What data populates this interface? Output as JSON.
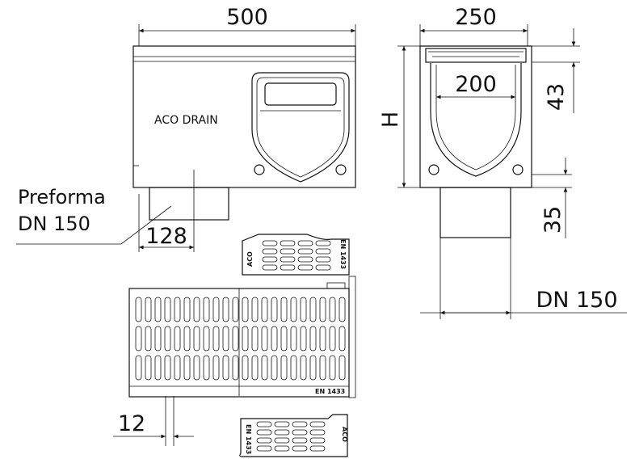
{
  "dimensions": {
    "length": "500",
    "width": "250",
    "inner_width": "200",
    "height": "H",
    "grate_depth": "43",
    "outlet_depth": "35",
    "outlet_offset": "128",
    "outlet_diameter": "DN 150",
    "gap": "12"
  },
  "labels": {
    "brand": "ACO DRAIN",
    "preforma_line1": "Preforma",
    "preforma_line2": "DN 150",
    "grate_brand": "ACO",
    "grate_standard": "EN 1433"
  }
}
